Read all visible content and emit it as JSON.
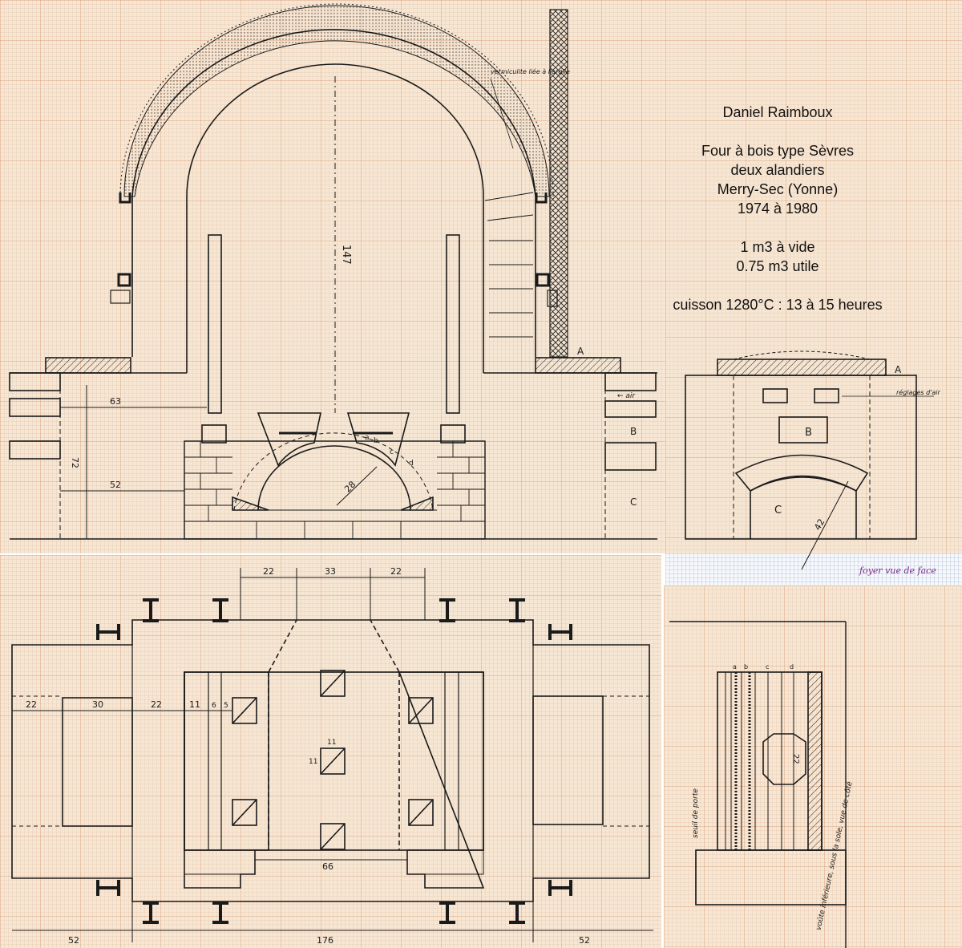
{
  "info": {
    "author": "Daniel Raimboux",
    "title1": "Four à bois type Sèvres",
    "title2": "deux alandiers",
    "place": "Merry-Sec (Yonne)",
    "years": "1974 à 1980",
    "vol1": "1 m3 à vide",
    "vol2": "0.75 m3 utile",
    "firing": "cuisson 1280°C : 13 à 15 heures"
  },
  "annotations": {
    "vermiculite": "vermiculite liée à l'argile",
    "air": "← air",
    "reglages": "réglages d'air",
    "foyer": "foyer vue de face",
    "seuil": "seuil de porte",
    "voute": "voûte inférieure, sous la sole, vue de côté"
  },
  "labels": {
    "A": "A",
    "B": "B",
    "C": "C",
    "a": "a",
    "b": "b",
    "c": "c",
    "d": "d"
  },
  "dims": {
    "d147": "147",
    "d63": "63",
    "d72": "72",
    "d52": "52",
    "d28": "28",
    "d42": "42",
    "d22": "22",
    "d33": "33",
    "d30": "30",
    "d11": "11",
    "d6": "6",
    "d5": "5",
    "d66": "66",
    "d176": "176"
  },
  "colors": {
    "ink": "#1a1a1a",
    "paper": "#f6e7d4",
    "grid": "#d6966e"
  }
}
